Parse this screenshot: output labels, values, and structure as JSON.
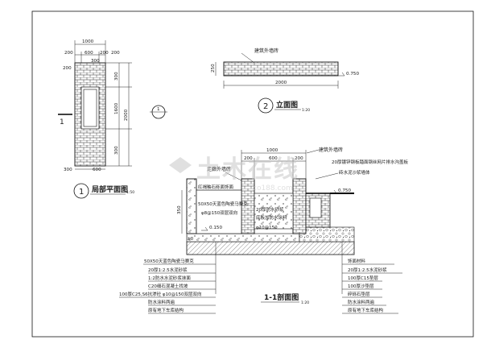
{
  "plan": {
    "title": "局部平面图",
    "scale": "1:50",
    "index_number": "1",
    "section_mark": "1",
    "dims_top": [
      "1000",
      "200",
      "600",
      "200",
      "300",
      "200"
    ],
    "dims_right": [
      "300",
      "1600",
      "2000",
      "300"
    ],
    "dims_bottom": [
      "300",
      "600"
    ],
    "dims_left": [
      "200"
    ],
    "callout": "1"
  },
  "elevation": {
    "title": "立面图",
    "scale": "1:20",
    "index_number": "2",
    "wall_label": "建筑外墙砖",
    "height_dim": "250",
    "width_dim": "2000",
    "level": "0.750"
  },
  "section": {
    "title": "1-1剖面图",
    "scale": "1:20",
    "dims_top": [
      "1000",
      "200",
      "600",
      "200"
    ],
    "left_dim": "350",
    "label_wall_brick": "建筑外墙砖",
    "label_corridor_wall": "走廊外墙砖",
    "label_roof": "20厚镀锌钢板踏面钢丝网片排水沟盖板",
    "label_mortar_wall": "砖水泥沙浆墙体",
    "label_glaze_tile": "红褐釉石砾面饰面",
    "label_tile_line": "50X50天蓝色陶瓷马赛克",
    "label_rebar": "φ8@150双层双向",
    "label_waterproof": "20厚防水砂浆",
    "label_sealant": "底板加防水涂料",
    "label_center_rebar": "φ10@150",
    "level_right": "0.750",
    "level_left": "0.150",
    "level_bottom": "±0",
    "left_notes": [
      "50X50天蓝色陶瓷马赛克",
      "20厚1:2.5水泥砂浆",
      "1:2防水水泥砂浆抹面",
      "C20细石混凝土找坡",
      "100厚C25,S6抗渗砼 φ10@150双层双向",
      "防水涂料两遍",
      "原有地下车库结构"
    ],
    "right_notes": [
      "饰面材料",
      "20厚1:2.5水泥砂浆",
      "100厚C15垫层",
      "100厚沙垫层",
      "碎砾石垫层",
      "防水涂料两遍",
      "原有地下车库结构"
    ]
  },
  "watermark": {
    "text": "土木在线",
    "sub": "co188.com"
  },
  "colors": {
    "line": "#111111",
    "watermark": "#c8c8c8",
    "hatch": "#555555",
    "background": "#ffffff"
  }
}
